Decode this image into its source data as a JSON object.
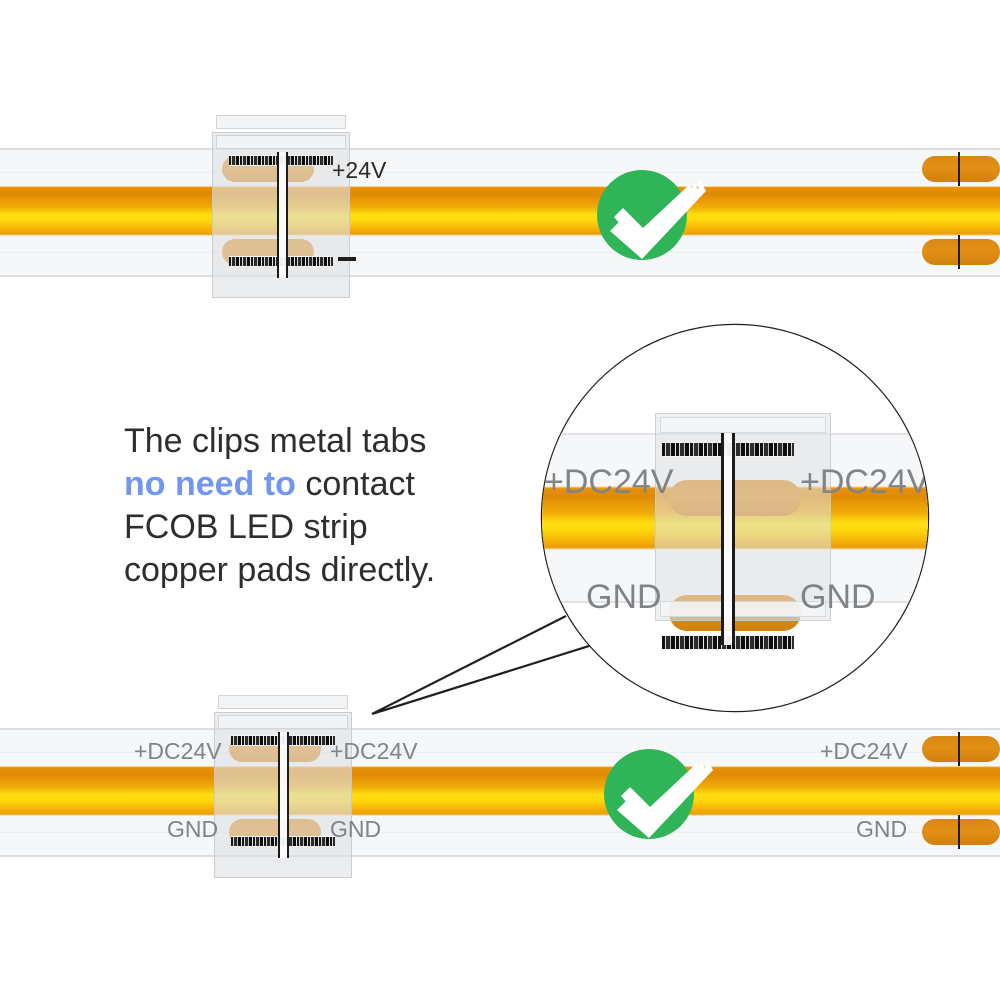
{
  "page": {
    "background": "#ffffff",
    "accent_blue": "#7396f0",
    "check_green": "#2fb457",
    "copper": "#d98713",
    "led_yellow": "#ffd60d",
    "label_gray": "#808487"
  },
  "description": {
    "line1": "The clips metal tabs",
    "highlight": "no need to",
    "line2_rest": " contact",
    "line3": "FCOB LED strip",
    "line4": "copper pads directly."
  },
  "top_strip": {
    "clip_label_positive": "+24V",
    "clip_label_negative": "—",
    "status_icon": "green-check-icon"
  },
  "magnifier": {
    "label_left_top": "+DC24V",
    "label_right_top": "+DC24V",
    "label_left_bottom": "GND",
    "label_right_bottom": "GND"
  },
  "bottom_strip": {
    "clip_label_left_top": "+DC24V",
    "clip_label_right_top": "+DC24V",
    "clip_label_left_bottom": "GND",
    "clip_label_right_bottom": "GND",
    "end_label_top": "+DC24V",
    "end_label_bottom": "GND",
    "status_icon": "green-check-icon"
  }
}
